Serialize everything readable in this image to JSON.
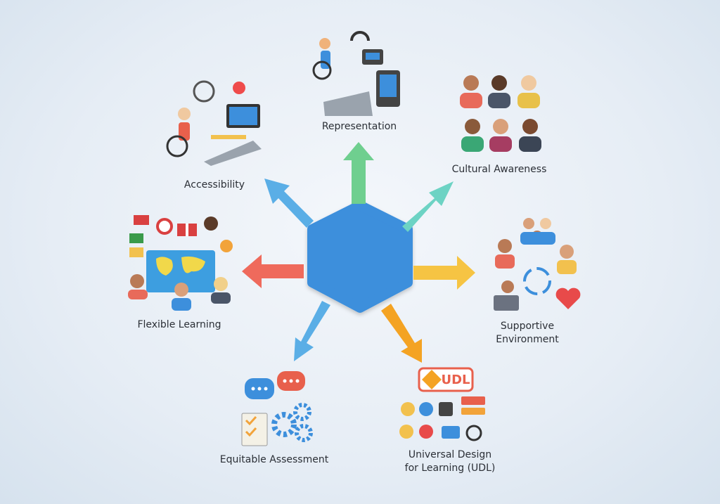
{
  "diagram": {
    "center": {
      "color": "#3d8fdc"
    },
    "nodes": [
      {
        "id": "representation",
        "label": "Representation",
        "arrow_color": "#6fcf8f"
      },
      {
        "id": "cultural-awareness",
        "label": "Cultural Awareness",
        "arrow_color": "#6dd3c4"
      },
      {
        "id": "supportive-environment",
        "label_line1": "Supportive",
        "label_line2": "Environment",
        "arrow_color": "#f6c443"
      },
      {
        "id": "udl",
        "label_line1": "Universal Design",
        "label_line2": "for Learning (UDL)",
        "badge": "UDL",
        "arrow_color": "#f4a323"
      },
      {
        "id": "equitable-assessment",
        "label": "Equitable Assessment",
        "arrow_color": "#5aaee6"
      },
      {
        "id": "flexible-learning",
        "label": "Flexible Learning",
        "arrow_color": "#ef6a5c"
      },
      {
        "id": "accessibility",
        "label": "Accessibility",
        "arrow_color": "#5aaee6"
      }
    ]
  }
}
